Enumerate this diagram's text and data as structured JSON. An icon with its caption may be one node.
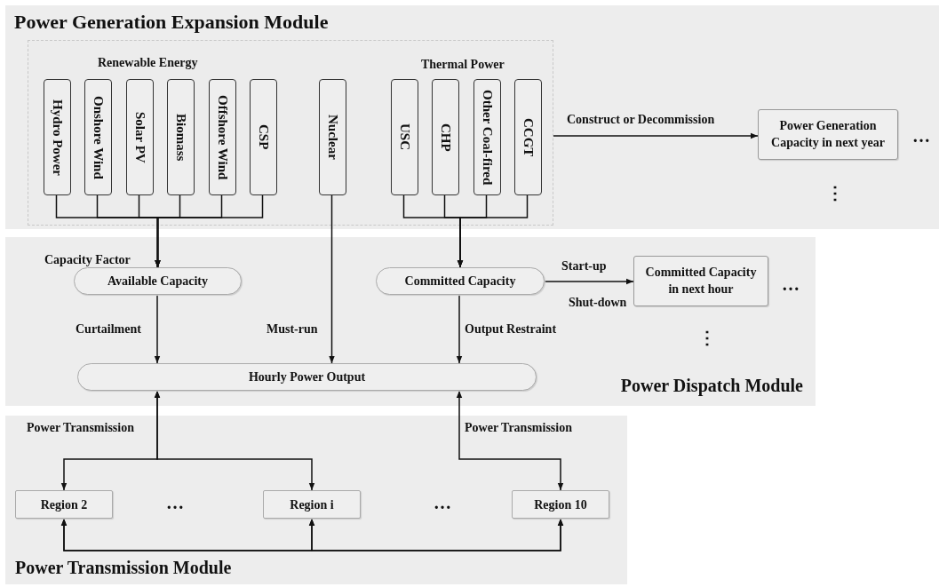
{
  "diagram": {
    "nodes": [
      {
        "text": [
          "Power Generation Expansion Module"
        ]
      },
      {
        "text": [],
        "shape": "box",
        "in": 0
      },
      {
        "text": [
          "Hydro Power"
        ],
        "in": 1
      },
      {
        "text": [
          "Onshore Wind"
        ],
        "in": 1
      },
      {
        "text": [
          "Solar PV"
        ],
        "in": 1
      },
      {
        "text": [
          "Biomass"
        ],
        "in": 1
      },
      {
        "text": [
          "Offshore Wind"
        ],
        "in": 1
      },
      {
        "text": [
          "CSP"
        ],
        "in": 1
      },
      {
        "text": [
          "Nuclear"
        ],
        "in": 1
      },
      {
        "text": [
          "USC"
        ],
        "in": 1
      },
      {
        "text": [
          "CHP"
        ],
        "in": 1
      },
      {
        "text": [
          "Other Coal-fired"
        ],
        "in": 1
      },
      {
        "text": [
          "CCGT"
        ],
        "in": 1
      },
      {
        "text": [
          "Power Generation Capacity in next year"
        ],
        "in": 0,
        "beside": [
          "…",
          "⋮"
        ]
      },
      {
        "text": [
          "Power Dispatch Module"
        ]
      },
      {
        "text": [
          "Available Capacity"
        ],
        "in": 14
      },
      {
        "text": [
          "Committed Capacity"
        ],
        "in": 14
      },
      {
        "text": [
          "Committed Capacity in next hour"
        ],
        "in": 14,
        "beside": [
          "…",
          "⋮"
        ]
      },
      {
        "text": [
          "Hourly Power Output"
        ],
        "in": 14
      },
      {
        "text": [
          "Power Transmission Module"
        ]
      },
      {
        "text": [
          "Region 2"
        ],
        "in": 19
      },
      {
        "text": [
          "Region i"
        ],
        "in": 19
      },
      {
        "text": [
          "Region 10"
        ],
        "in": 19
      }
    ],
    "edges": [
      {
        "from": 2,
        "to": 15,
        "arrow": "to"
      },
      {
        "from": 3,
        "to": 15,
        "arrow": "to"
      },
      {
        "from": 4,
        "to": 15,
        "arrow": "to"
      },
      {
        "from": 5,
        "to": 15,
        "arrow": "to"
      },
      {
        "from": 6,
        "to": 15,
        "arrow": "to"
      },
      {
        "from": 7,
        "to": 15,
        "arrow": "to"
      },
      {
        "from": 8,
        "to": 18,
        "arrow": "to",
        "label": "Must-run"
      },
      {
        "from": 9,
        "to": 16,
        "arrow": "to"
      },
      {
        "from": 10,
        "to": 16,
        "arrow": "to"
      },
      {
        "from": 11,
        "to": 16,
        "arrow": "to"
      },
      {
        "from": 12,
        "to": 16,
        "arrow": "to"
      },
      {
        "from": 1,
        "to": 13,
        "arrow": "to",
        "label": "Construct or Decommission"
      },
      {
        "from": 15,
        "to": 18,
        "arrow": "to",
        "label": "Curtailment"
      },
      {
        "from": 16,
        "to": 18,
        "arrow": "to",
        "label": "Output Restraint"
      },
      {
        "from": 16,
        "to": 17,
        "arrow": "to",
        "label": "Start-up"
      },
      {
        "from": 18,
        "to": 20,
        "arrow": "both",
        "label": "Power Transmission"
      },
      {
        "from": 18,
        "to": 21,
        "arrow": "both"
      },
      {
        "from": 18,
        "to": 22,
        "arrow": "both",
        "label": "Power Transmission"
      },
      {
        "from": 20,
        "to": 21,
        "arrow": "both"
      },
      {
        "from": 21,
        "to": 22,
        "arrow": "both"
      },
      {
        "from": 20,
        "to": 22,
        "arrow": "both"
      }
    ],
    "labels": [
      "Renewable Energy",
      "Thermal Power",
      "Capacity Factor",
      "Shut-down",
      "…",
      "…"
    ]
  }
}
